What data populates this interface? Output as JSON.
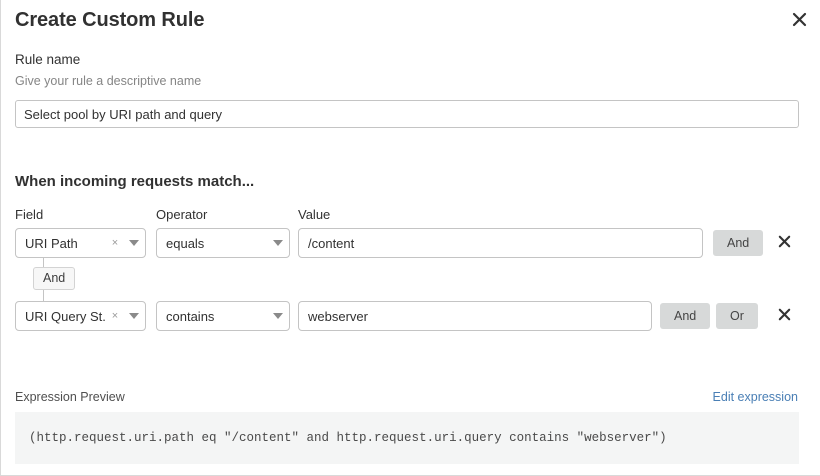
{
  "dialog": {
    "title": "Create Custom Rule",
    "close_label": "close-icon"
  },
  "rule_name": {
    "label": "Rule name",
    "help": "Give your rule a descriptive name",
    "value": "Select pool by URI path and query",
    "placeholder": "Rule name"
  },
  "match": {
    "heading": "When incoming requests match...",
    "columns": {
      "field": "Field",
      "operator": "Operator",
      "value": "Value"
    },
    "connector_label": "And",
    "rows": [
      {
        "field": "URI Path",
        "operator": "equals",
        "value": "/content",
        "clear_icon": "×",
        "buttons": [
          "And"
        ],
        "delete_label": "delete-icon"
      },
      {
        "field": "URI Query St...",
        "operator": "contains",
        "value": "webserver",
        "clear_icon": "×",
        "buttons": [
          "And",
          "Or"
        ],
        "delete_label": "delete-icon"
      }
    ]
  },
  "expression": {
    "label": "Expression Preview",
    "edit_link": "Edit expression",
    "code": "(http.request.uri.path eq \"/content\" and http.request.uri.query contains \"webserver\")"
  },
  "colors": {
    "accent_link": "#4a7fb5",
    "button_bg": "#d7d9d9",
    "code_bg": "#f4f5f5",
    "border": "#c4c4c4"
  }
}
